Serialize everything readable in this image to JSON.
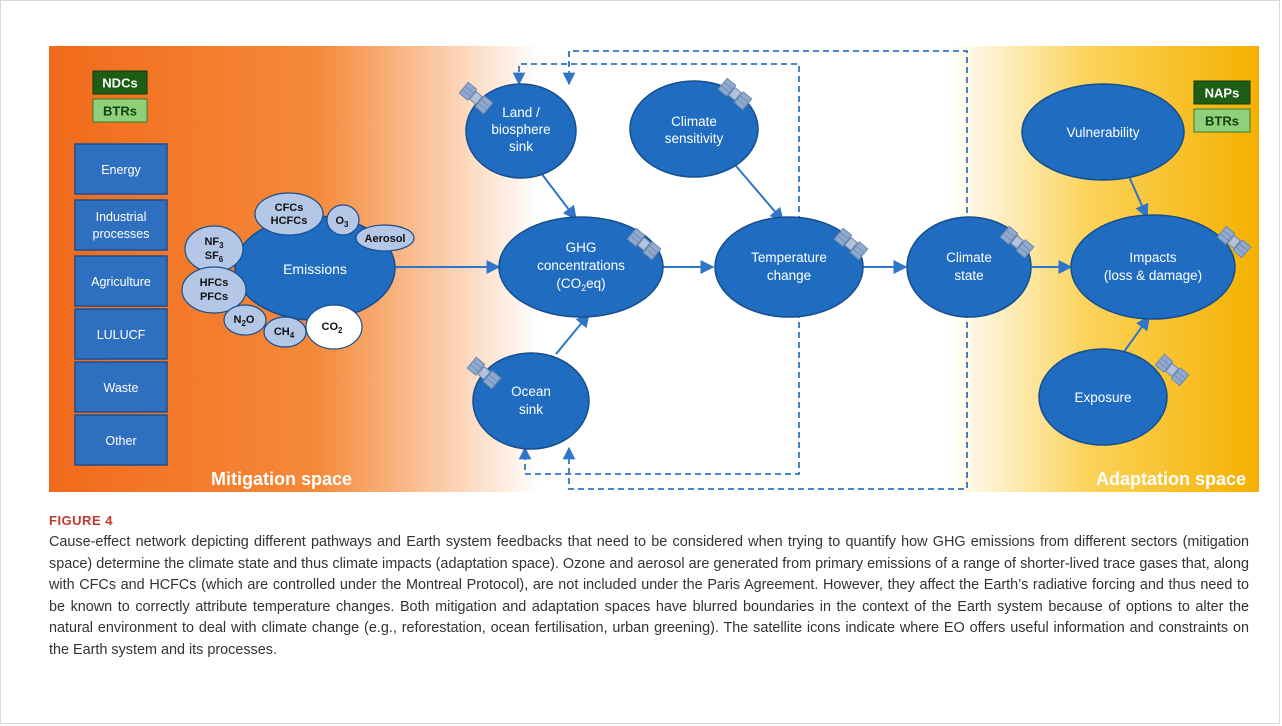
{
  "colors": {
    "mitigation": "#f47b20",
    "adaptation": "#f6b800",
    "node": "#1f6cc0",
    "node_stroke": "#174e8c",
    "gas": "#b4c7e7",
    "arrow": "#2f75c8",
    "sector": "#2f6fbf",
    "policy_dark": "#1e5d14",
    "policy_light": "#8fd07a",
    "caption_label": "#c0392b"
  },
  "diagram": {
    "mitigation_label": "Mitigation space",
    "adaptation_label": "Adaptation space",
    "mitigation_policies": [
      "NDCs",
      "BTRs"
    ],
    "adaptation_policies": [
      "NAPs",
      "BTRs"
    ],
    "sectors": [
      {
        "line1": "Energy",
        "line2": ""
      },
      {
        "line1": "Industrial",
        "line2": "processes"
      },
      {
        "line1": "Agriculture",
        "line2": ""
      },
      {
        "line1": "LULUCF",
        "line2": ""
      },
      {
        "line1": "Waste",
        "line2": ""
      },
      {
        "line1": "Other",
        "line2": ""
      }
    ],
    "emissions": "Emissions",
    "gases": {
      "cfcs": "CFCs",
      "hcfcs": "HCFCs",
      "o3": "O",
      "o3_sub": "3",
      "aerosol": "Aerosol",
      "nf3": "NF",
      "nf3_sub": "3",
      "sf6": "SF",
      "sf6_sub": "6",
      "hfcs": "HFCs",
      "pfcs": "PFCs",
      "n2o_a": "N",
      "n2o_sub": "2",
      "n2o_b": "O",
      "ch4": "CH",
      "ch4_sub": "4",
      "co2": "CO",
      "co2_sub": "2"
    },
    "nodes": {
      "land": [
        "Land /",
        "biosphere",
        "sink"
      ],
      "climate_sensitivity": [
        "Climate",
        "sensitivity"
      ],
      "ghg_1": "GHG",
      "ghg_2": "concentrations",
      "ghg_3_a": "(CO",
      "ghg_3_sub": "2",
      "ghg_3_b": "eq)",
      "temperature": [
        "Temperature",
        "change"
      ],
      "climate_state": [
        "Climate",
        "state"
      ],
      "ocean": [
        "Ocean",
        "sink"
      ],
      "vulnerability": [
        "Vulnerability"
      ],
      "impacts": [
        "Impacts",
        "(loss & damage)"
      ],
      "exposure": [
        "Exposure"
      ]
    }
  },
  "caption": {
    "label": "FIGURE 4",
    "text": "Cause-effect network depicting different pathways and Earth system feedbacks that need to be considered when trying to quantify how GHG emissions from different sectors (mitigation space) determine the climate state and thus climate impacts (adaptation space). Ozone and aerosol are generated from primary emissions of a range of shorter-lived trace gases that, along with CFCs and HCFCs (which are controlled under the Montreal Protocol), are not included under the Paris Agreement. However, they affect the Earth’s radiative forcing and thus need to be known to correctly attribute temperature changes. Both mitigation and adaptation spaces have blurred boundaries in the context of the Earth system because of options to alter the natural environment to deal with climate change (e.g., reforestation, ocean fertilisation, urban greening). The satellite icons indicate where EO offers useful information and constraints on the Earth system and its processes."
  }
}
